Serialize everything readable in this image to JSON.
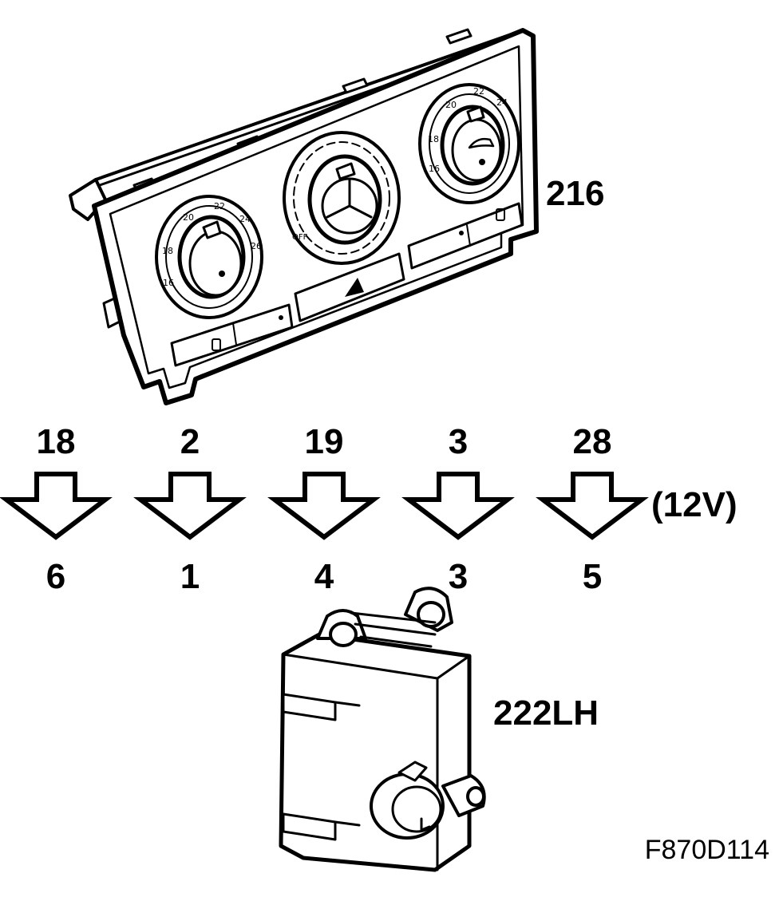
{
  "components": {
    "control_panel": {
      "label": "216"
    },
    "actuator": {
      "label": "222LH"
    }
  },
  "connections": [
    {
      "from_pin": "18",
      "to_pin": "6"
    },
    {
      "from_pin": "2",
      "to_pin": "1"
    },
    {
      "from_pin": "19",
      "to_pin": "4"
    },
    {
      "from_pin": "3",
      "to_pin": "3"
    },
    {
      "from_pin": "28",
      "to_pin": "5"
    }
  ],
  "voltage_label": "(12V)",
  "dial_scale": {
    "left": [
      "16",
      "18",
      "20",
      "22",
      "24",
      "26"
    ],
    "right": [
      "16",
      "18",
      "20",
      "22",
      "24"
    ]
  },
  "fan_off_mark": "OFF",
  "figure_code": "F870D114"
}
